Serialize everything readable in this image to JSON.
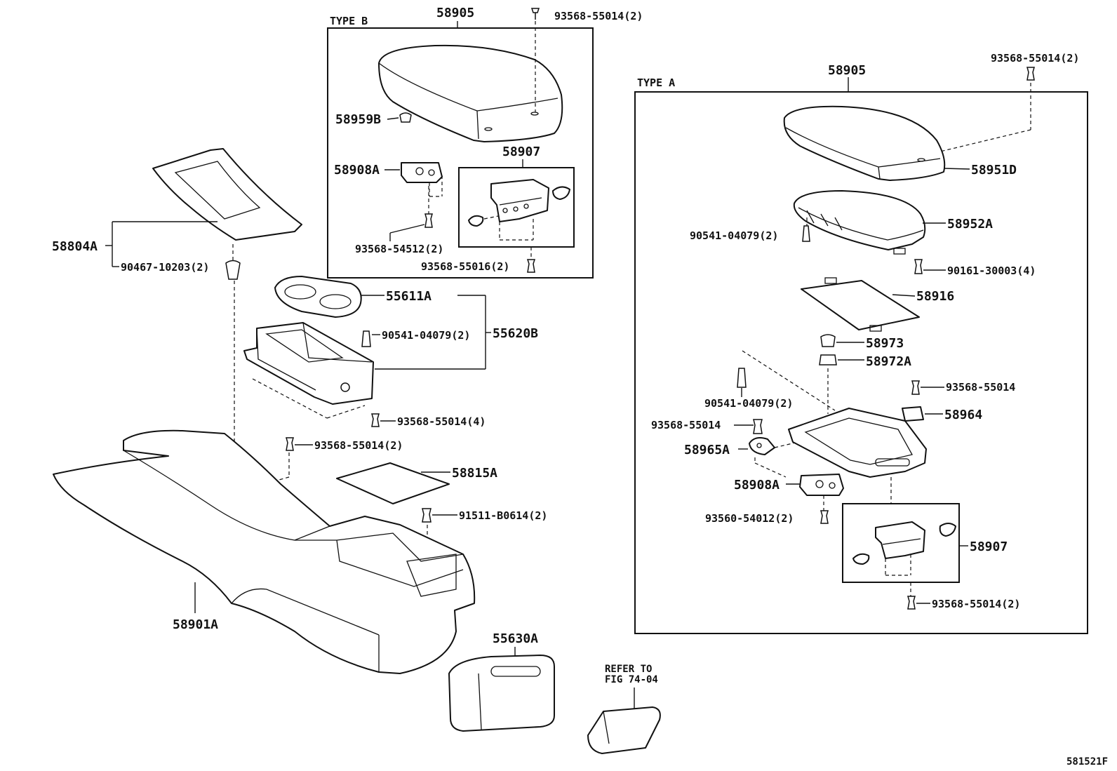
{
  "type_labels": {
    "type_b": "TYPE  B",
    "type_a": "TYPE  A"
  },
  "parts": {
    "p58905_b": "58905",
    "p93568_55014_2_top_b": "93568-55014(2)",
    "p58959B": "58959B",
    "p58908A_b": "58908A",
    "p58907_b": "58907",
    "p93568_54512": "93568-54512(2)",
    "p93568_55016": "93568-55016(2)",
    "p58804A": "58804A",
    "p90467_10203": "90467-10203(2)",
    "p55611A": "55611A",
    "p90541_04079_2_mid": "90541-04079(2)",
    "p55620B": "55620B",
    "p93568_55014_4": "93568-55014(4)",
    "p93568_55014_2_center": "93568-55014(2)",
    "p58815A": "58815A",
    "p91511_B0614": "91511-B0614(2)",
    "p58901A": "58901A",
    "p55630A": "55630A",
    "p58905_a": "58905",
    "p93568_55014_2_top_a": "93568-55014(2)",
    "p58951D": "58951D",
    "p90541_04079_2_a1": "90541-04079(2)",
    "p58952A": "58952A",
    "p90161_30003": "90161-30003(4)",
    "p58916": "58916",
    "p58973": "58973",
    "p58972A": "58972A",
    "p90541_04079_2_a2": "90541-04079(2)",
    "p93568_55014_a_right": "93568-55014",
    "p58964": "58964",
    "p93568_55014_a_left": "93568-55014",
    "p58965A": "58965A",
    "p58908A_a": "58908A",
    "p93560_54012": "93560-54012(2)",
    "p58907_a": "58907",
    "p93568_55014_2_bottom_a": "93568-55014(2)"
  },
  "refer": {
    "line1": "REFER TO",
    "line2": "FIG 74-04"
  },
  "figure_code": "581521F"
}
